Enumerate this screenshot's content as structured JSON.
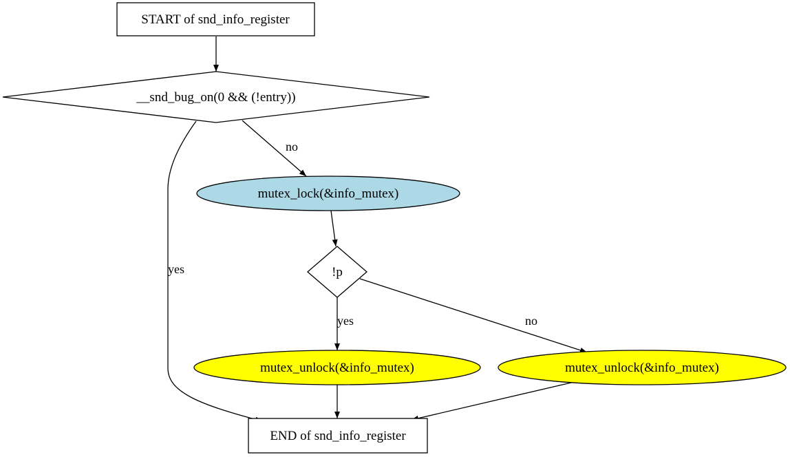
{
  "nodes": {
    "start": {
      "label": "START of snd_info_register",
      "shape": "box",
      "fill": "#ffffff"
    },
    "bug_on": {
      "label": "__snd_bug_on(0 && (!entry))",
      "shape": "diamond",
      "fill": "#ffffff"
    },
    "lock": {
      "label": "mutex_lock(&info_mutex)",
      "shape": "ellipse",
      "fill": "#add8e6"
    },
    "not_p": {
      "label": "!p",
      "shape": "diamond",
      "fill": "#ffffff"
    },
    "unlock_yes": {
      "label": "mutex_unlock(&info_mutex)",
      "shape": "ellipse",
      "fill": "#ffff00"
    },
    "unlock_no": {
      "label": "mutex_unlock(&info_mutex)",
      "shape": "ellipse",
      "fill": "#ffff00"
    },
    "end": {
      "label": "END of snd_info_register",
      "shape": "box",
      "fill": "#ffffff"
    }
  },
  "edges": {
    "start_bug": {
      "from": "start",
      "to": "bug_on",
      "label": ""
    },
    "bug_lock": {
      "from": "bug_on",
      "to": "lock",
      "label": "no"
    },
    "bug_end": {
      "from": "bug_on",
      "to": "end",
      "label": "yes"
    },
    "lock_p": {
      "from": "lock",
      "to": "not_p",
      "label": ""
    },
    "p_yes": {
      "from": "not_p",
      "to": "unlock_yes",
      "label": "yes"
    },
    "p_no": {
      "from": "not_p",
      "to": "unlock_no",
      "label": "no"
    },
    "uyes_end": {
      "from": "unlock_yes",
      "to": "end",
      "label": ""
    },
    "uno_end": {
      "from": "unlock_no",
      "to": "end",
      "label": ""
    }
  }
}
